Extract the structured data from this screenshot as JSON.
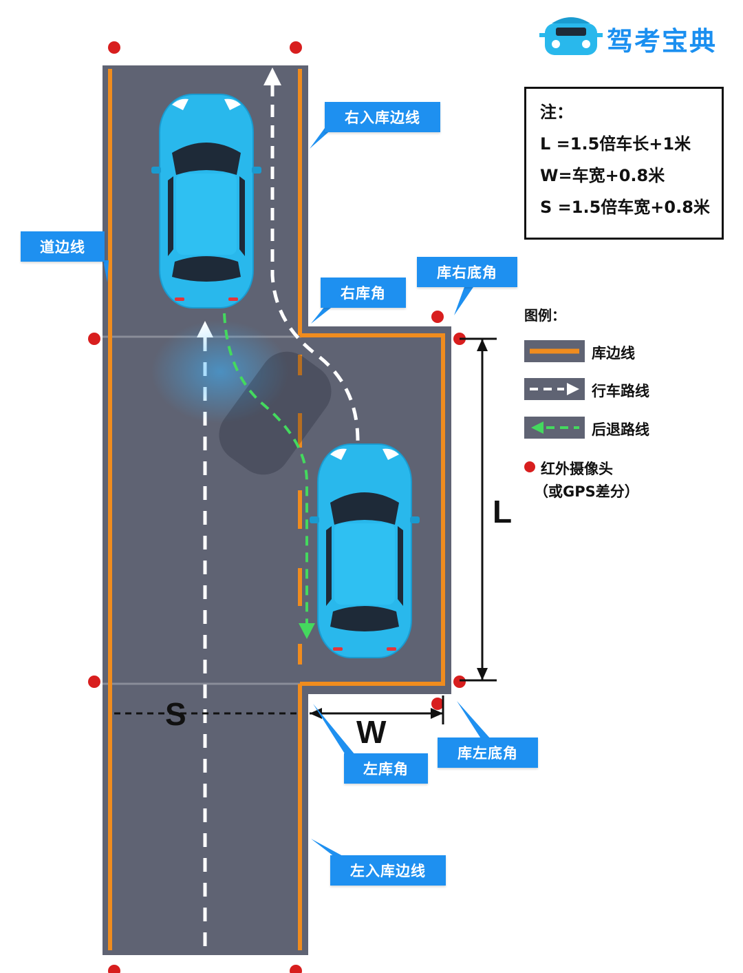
{
  "brand": {
    "name": "驾考宝典"
  },
  "labels": {
    "right_entry_line": "右入库边线",
    "road_edge_line": "道边线",
    "right_garage_corner": "右库角",
    "garage_right_bottom_corner": "库右底角",
    "left_garage_corner": "左库角",
    "garage_left_bottom_corner": "库左底角",
    "left_entry_line": "左入库边线"
  },
  "note": {
    "title": "注：",
    "lines": [
      "L =1.5倍车长+1米",
      "W=车宽+0.8米",
      "S =1.5倍车宽+0.8米"
    ]
  },
  "legend": {
    "title": "图例：",
    "items": [
      {
        "text": "库边线"
      },
      {
        "text": "行车路线"
      },
      {
        "text": "后退路线"
      },
      {
        "text": "红外摄像头"
      },
      {
        "text": "（或GPS差分）"
      }
    ]
  },
  "dimensions": {
    "L": "L",
    "W": "W",
    "S": "S"
  },
  "colors": {
    "road": "#5f6373",
    "line_orange": "#f08c1e",
    "car_blue": "#29b8ec",
    "label_blue": "#1e90f0",
    "sensor_red": "#d81e1e",
    "reverse_green": "#44d95e"
  }
}
